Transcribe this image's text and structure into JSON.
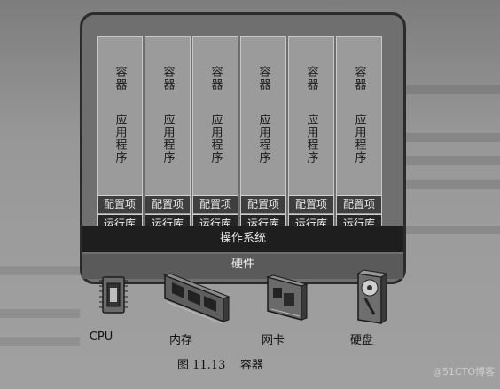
{
  "diagram": {
    "containers": [
      {
        "container": "容器",
        "app": "应用程序",
        "config": "配置项",
        "runtime": "运行库"
      },
      {
        "container": "容器",
        "app": "应用程序",
        "config": "配置项",
        "runtime": "运行库"
      },
      {
        "container": "容器",
        "app": "应用程序",
        "config": "配置项",
        "runtime": "运行库"
      },
      {
        "container": "容器",
        "app": "应用程序",
        "config": "配置项",
        "runtime": "运行库"
      },
      {
        "container": "容器",
        "app": "应用程序",
        "config": "配置项",
        "runtime": "运行库"
      },
      {
        "container": "容器",
        "app": "应用程序",
        "config": "配置项",
        "runtime": "运行库"
      }
    ],
    "os_label": "操作系统",
    "hardware_label": "硬件",
    "devices": {
      "cpu": "CPU",
      "memory": "内存",
      "nic": "网卡",
      "disk": "硬盘"
    },
    "caption": "图 11.13    容器"
  },
  "watermark": "@51CTO博客",
  "colors": {
    "os_bar": "#1e1e1e",
    "hardware_bar": "#5a5a5a",
    "runtime_cell": "#262626",
    "config_cell": "#3f3f3f"
  }
}
